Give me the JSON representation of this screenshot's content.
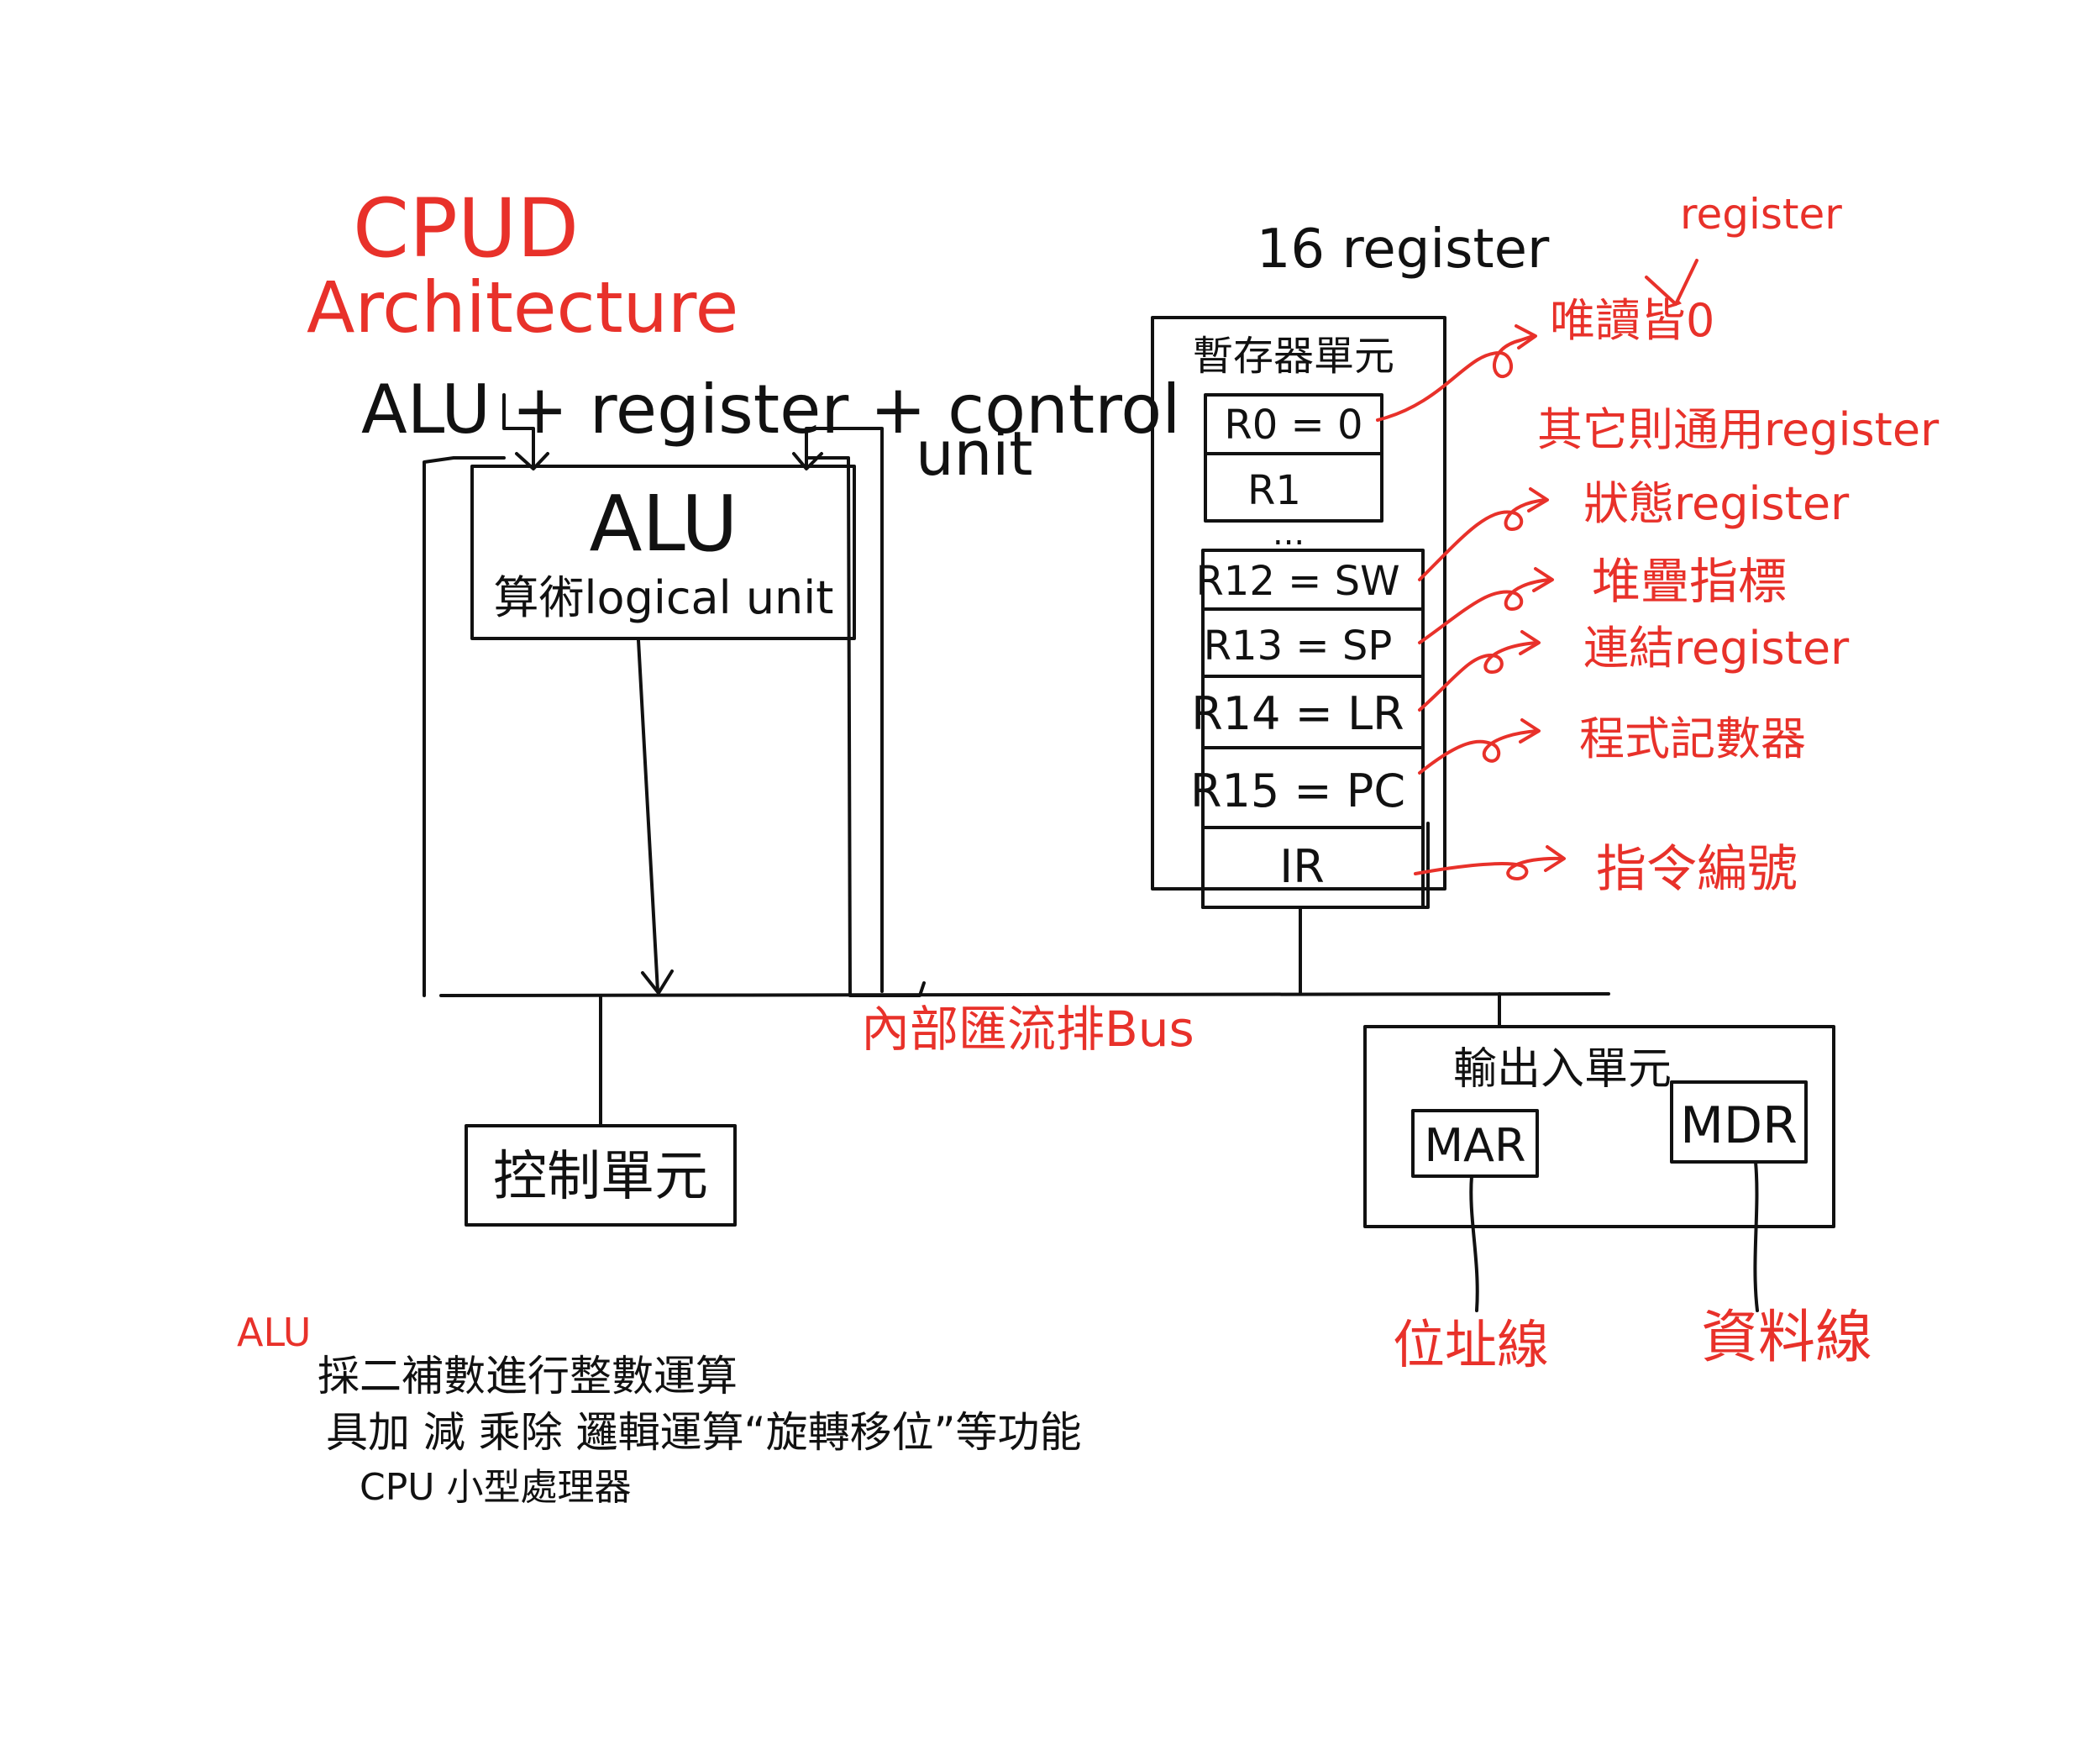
{
  "title": {
    "line1": "CPUD",
    "line2": "Architecture"
  },
  "formula": {
    "text": "ALU + register + control",
    "text2": "unit"
  },
  "alu": {
    "title": "ALU",
    "subtitle": "算術logical unit"
  },
  "registers": {
    "heading": "16 register",
    "box_title": "暫存器單元",
    "items": [
      "R0 = 0",
      "R1",
      "R12 = SW",
      "R13 = SP",
      "R14 = LR",
      "R15 = PC",
      "IR"
    ],
    "ellipsis": "..."
  },
  "annotations": {
    "register_tag": "register",
    "read_only": "唯讀皆0",
    "general": "其它則通用register",
    "status": "狀態register",
    "stack": "堆疊指標",
    "link": "連結register",
    "pc": "程式記數器",
    "ir": "指令編號"
  },
  "bus": {
    "label": "內部匯流排Bus"
  },
  "control": {
    "label": "控制單元"
  },
  "io": {
    "label": "輸出入單元",
    "mar": "MAR",
    "mdr": "MDR"
  },
  "lines": {
    "address": "位址線",
    "data": "資料線"
  },
  "notes": {
    "heading": "ALU",
    "line1": "採二補數進行整數運算",
    "line2": "具加 減 乘除  邏輯運算“旋轉移位”等功能",
    "line3": "CPU 小型處理器"
  },
  "colors": {
    "ink": "#111111",
    "accent": "#e8312a"
  }
}
